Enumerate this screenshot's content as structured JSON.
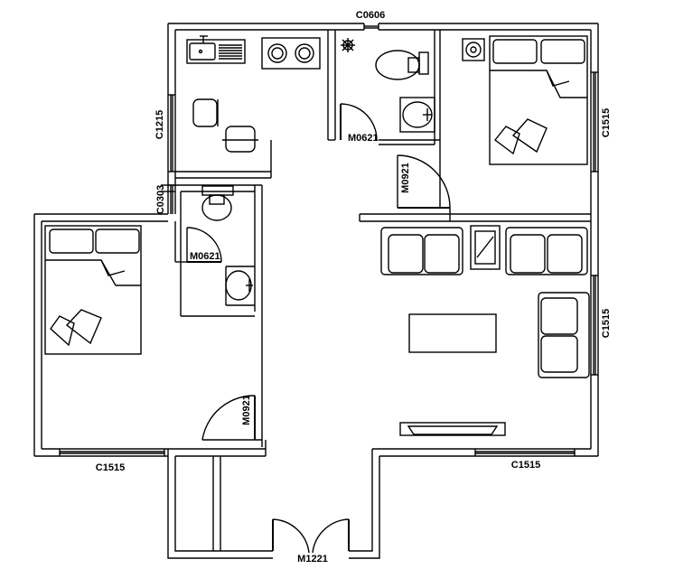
{
  "labels": {
    "c0606": "C0606",
    "c1215": "C1215",
    "c0303": "C0303",
    "m0621_top": "M0621",
    "m0621_left": "M0621",
    "m0921_center": "M0921",
    "m0921_left": "M0921",
    "c1515_right_top": "C1515",
    "c1515_right_mid": "C1515",
    "c1515_bottom_left": "C1515",
    "c1515_bottom_right": "C1515",
    "m1221": "M1221"
  }
}
